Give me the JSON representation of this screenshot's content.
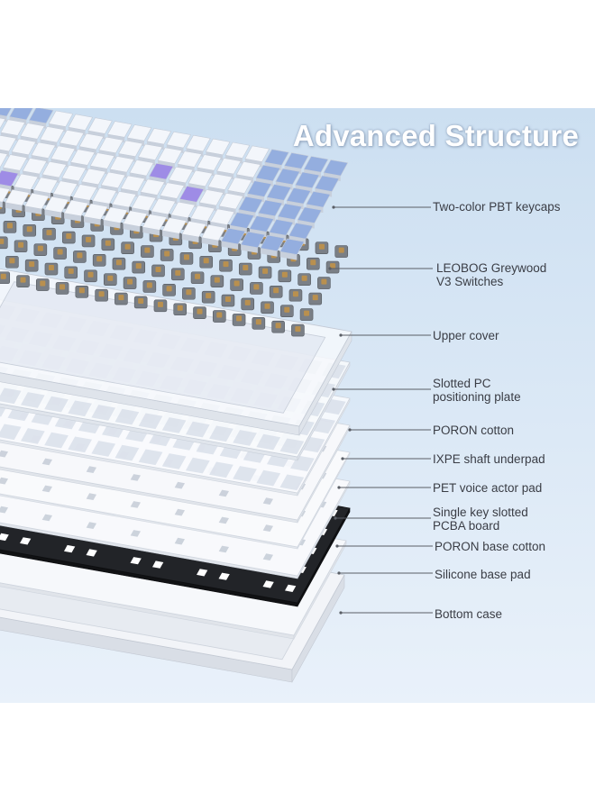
{
  "title": "Advanced Structure",
  "colors": {
    "background": "#ffffff",
    "backdrop_top": "#ccdff1",
    "backdrop_bottom": "#e9f1fa",
    "keycap_white": "#f3f6fb",
    "keycap_blue": "#94aedf",
    "keycap_purple": "#9e8ce6",
    "switch_body": "#7a7f86",
    "switch_stem": "#b9904f",
    "plate_white": "#f5f7fb",
    "pcb_black": "#222428",
    "leader_line": "#5a5e66"
  },
  "layers": [
    {
      "id": "keycaps",
      "lines": [
        "Two-color PBT keycaps"
      ]
    },
    {
      "id": "switches",
      "lines": [
        "LEOBOG Greywood",
        "V3 Switches"
      ]
    },
    {
      "id": "upper-cover",
      "lines": [
        "Upper cover"
      ]
    },
    {
      "id": "plate",
      "lines": [
        "Slotted PC",
        "positioning plate"
      ]
    },
    {
      "id": "poron-cotton",
      "lines": [
        "PORON cotton"
      ]
    },
    {
      "id": "ixpe",
      "lines": [
        "IXPE shaft underpad"
      ]
    },
    {
      "id": "pet",
      "lines": [
        "PET voice actor pad"
      ]
    },
    {
      "id": "pcba",
      "lines": [
        "Single key slotted",
        "PCBA board"
      ]
    },
    {
      "id": "poron-base",
      "lines": [
        "PORON base cotton"
      ]
    },
    {
      "id": "silicone",
      "lines": [
        "Silicone base pad"
      ]
    },
    {
      "id": "bottom-case",
      "lines": [
        "Bottom case"
      ]
    }
  ]
}
